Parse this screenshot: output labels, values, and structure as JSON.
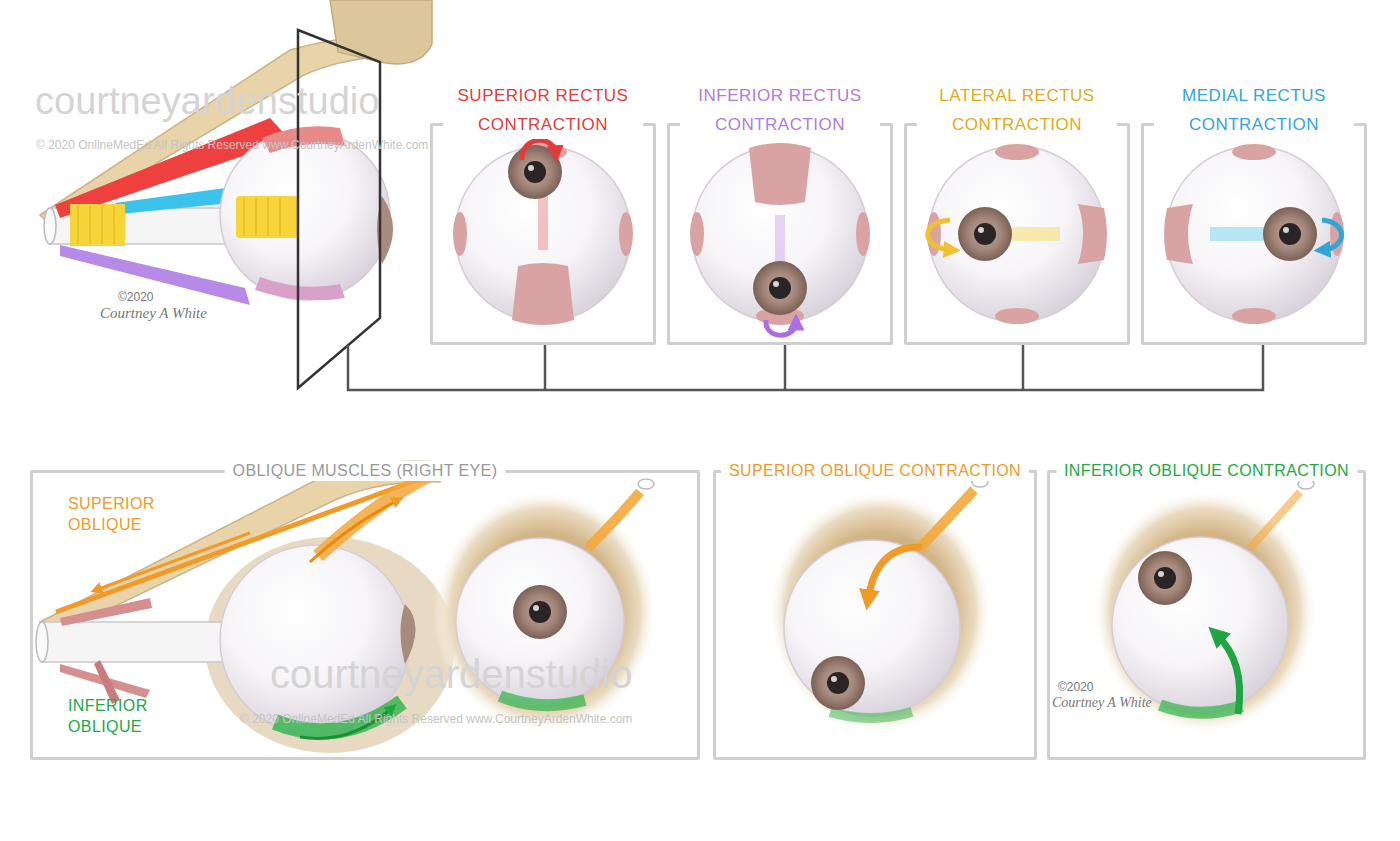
{
  "diagram": {
    "nodes": [
      {
        "text": [
          "SUPERIOR RECTUS CONTRACTION"
        ]
      },
      {
        "text": [
          "INFERIOR RECTUS CONTRACTION"
        ]
      },
      {
        "text": [
          "LATERAL RECTUS CONTRACTION"
        ]
      },
      {
        "text": [
          "MEDIAL RECTUS CONTRACTION"
        ]
      },
      {
        "text": [
          "OBLIQUE MUSCLES (RIGHT EYE)"
        ]
      },
      {
        "text": [
          "SUPERIOR OBLIQUE CONTRACTION"
        ]
      },
      {
        "text": [
          "INFERIOR OBLIQUE CONTRACTION"
        ]
      }
    ],
    "labels": [
      "courtneyardenstudio",
      "© 2020 OnlineMedEd All Rights Reserved www.CourtneyArdenWhite.com",
      "©2020",
      "Courtney A White",
      "SUPERIOR OBLIQUE",
      "INFERIOR OBLIQUE",
      "courtneyardenstudio",
      "© 2020 OnlineMedEd All Rights Reserved www.CourtneyArdenWhite.com",
      "©2020",
      "Courtney A White"
    ]
  }
}
